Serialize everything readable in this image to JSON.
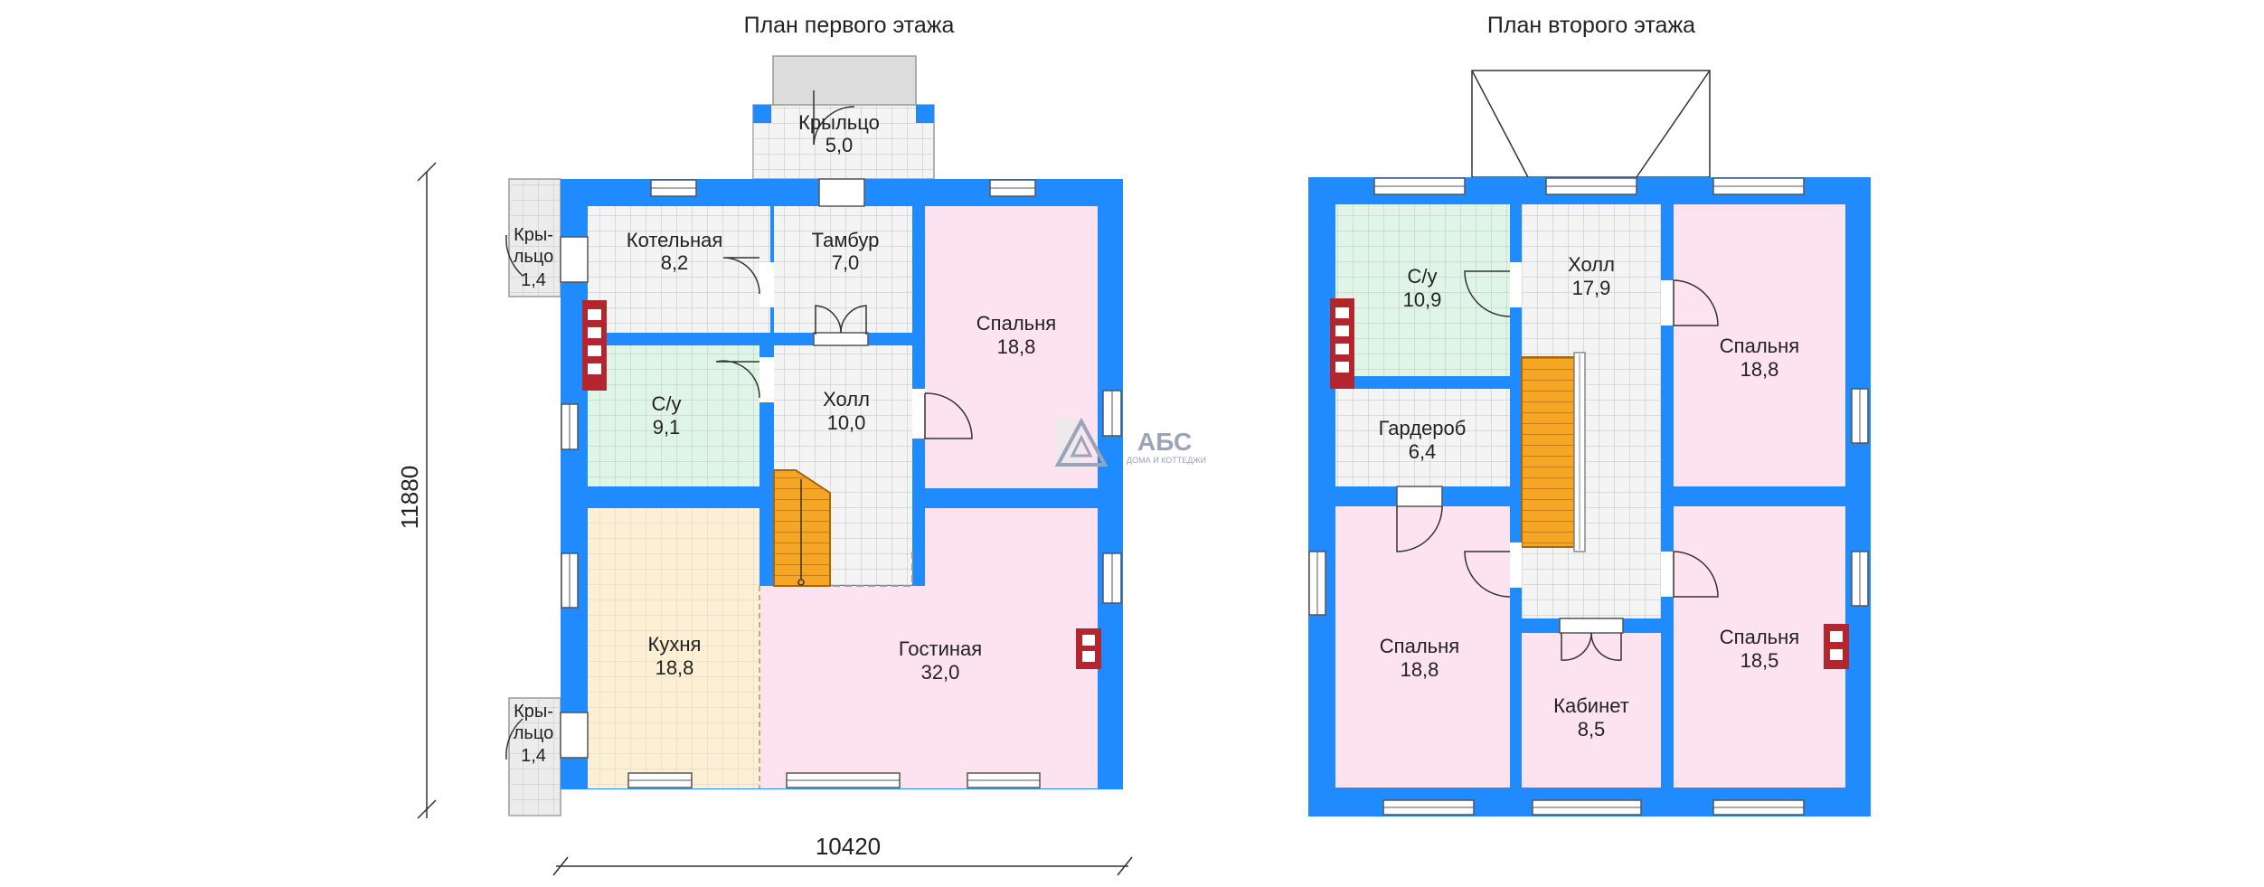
{
  "floor1": {
    "title": "План первого этажа",
    "dim_height": "11880",
    "dim_width": "10420",
    "rooms": {
      "porch_main": {
        "name": "Крыльцо",
        "area": "5,0"
      },
      "boiler": {
        "name": "Котельная",
        "area": "8,2"
      },
      "vestibule": {
        "name": "Тамбур",
        "area": "7,0"
      },
      "bedroom": {
        "name": "Спальня",
        "area": "18,8"
      },
      "bath": {
        "name": "С/у",
        "area": "9,1"
      },
      "hall": {
        "name": "Холл",
        "area": "10,0"
      },
      "kitchen": {
        "name": "Кухня",
        "area": "18,8"
      },
      "living": {
        "name": "Гостиная",
        "area": "32,0"
      },
      "porch_left_top": {
        "name_1": "Кры-",
        "name_2": "льцо",
        "area": "1,4"
      },
      "porch_left_bottom": {
        "name_1": "Кры-",
        "name_2": "льцо",
        "area": "1,4"
      }
    }
  },
  "floor2": {
    "title": "План второго этажа",
    "rooms": {
      "bath": {
        "name": "С/у",
        "area": "10,9"
      },
      "hall": {
        "name": "Холл",
        "area": "17,9"
      },
      "bedroom_ne": {
        "name": "Спальня",
        "area": "18,8"
      },
      "wardrobe": {
        "name": "Гардероб",
        "area": "6,4"
      },
      "bedroom_sw": {
        "name": "Спальня",
        "area": "18,8"
      },
      "study": {
        "name": "Кабинет",
        "area": "8,5"
      },
      "bedroom_se": {
        "name": "Спальня",
        "area": "18,5"
      }
    }
  },
  "logo": {
    "text": "АБС",
    "subtitle": "ДОМА И КОТТЕДЖИ"
  },
  "colors": {
    "wall": "#1f8bff",
    "bedroom": "#fde3ef",
    "bath": "#dff5e8",
    "kitchen": "#fdefd4",
    "tile": "#f4f4f4",
    "stairs": "#f5a623",
    "chimney": "#b3262d",
    "porch": "#e2e2e2"
  }
}
